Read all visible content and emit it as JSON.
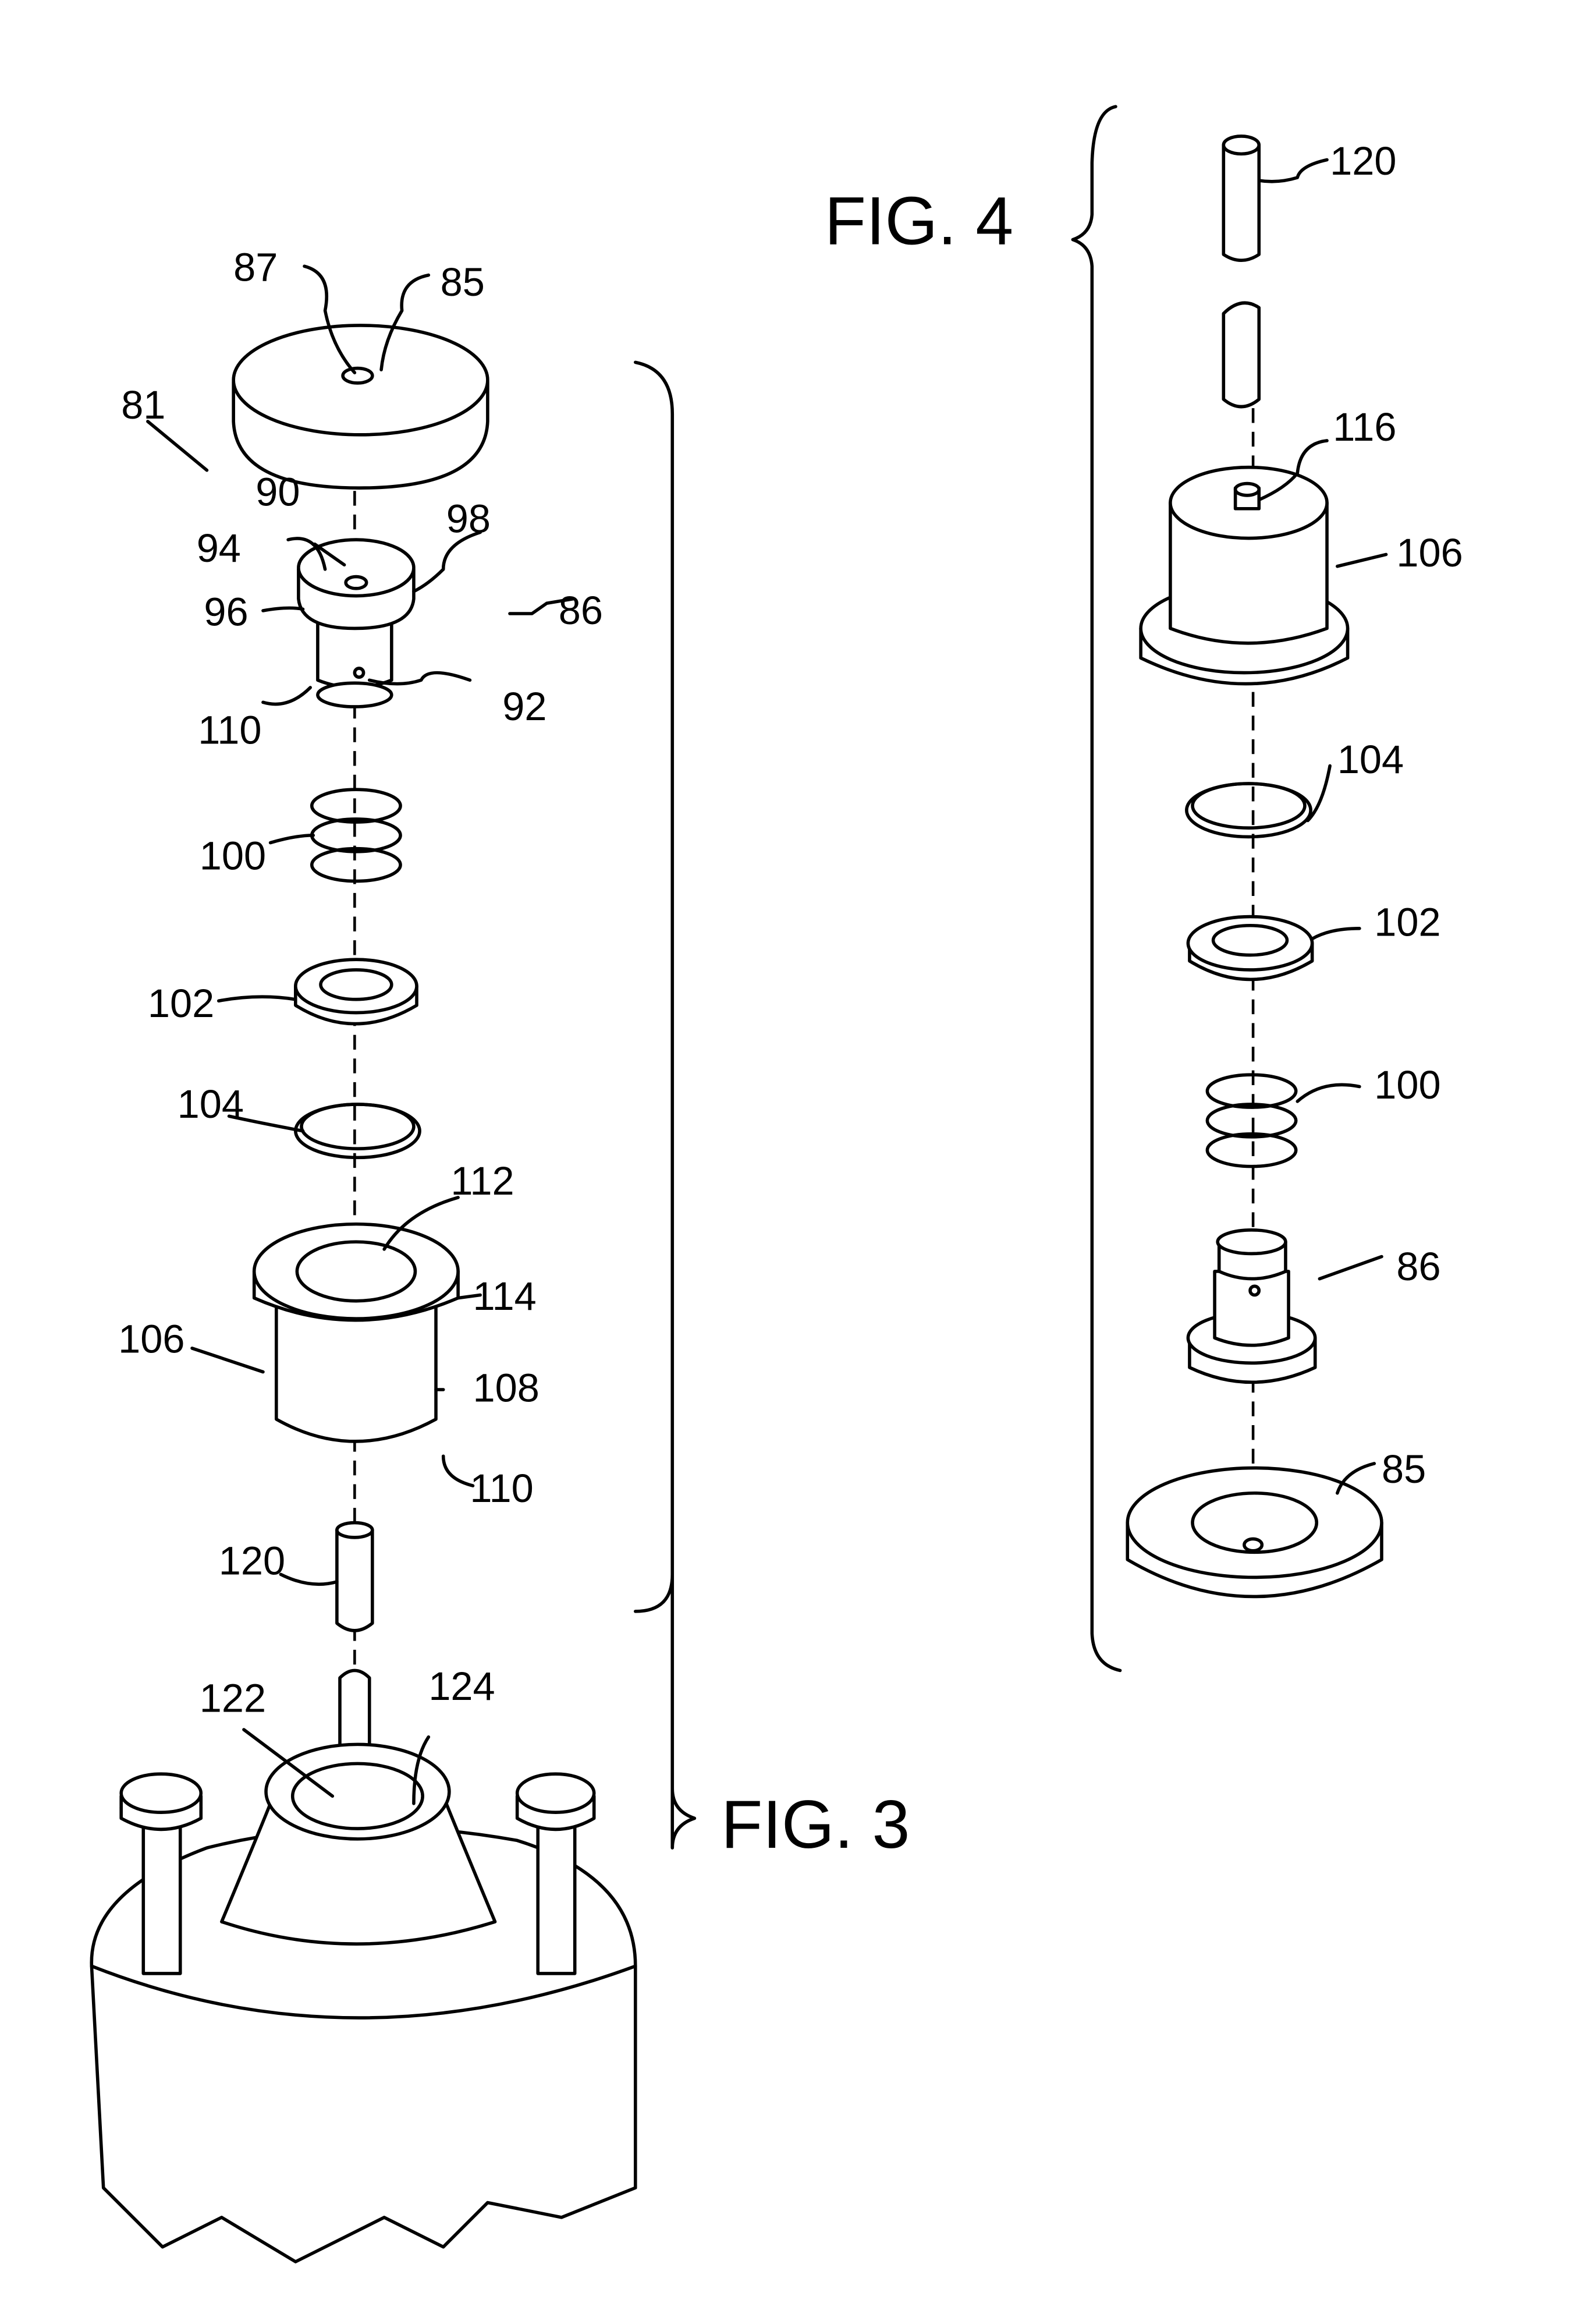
{
  "figures": [
    {
      "id": "fig3",
      "title": "FIG. 3",
      "labels": {
        "l81": "81",
        "l87": "87",
        "l85": "85",
        "l90": "90",
        "l94": "94",
        "l98": "98",
        "l96": "96",
        "l86": "86",
        "l92": "92",
        "l110a": "110",
        "l100": "100",
        "l102": "102",
        "l104": "104",
        "l112": "112",
        "l114": "114",
        "l106": "106",
        "l108": "108",
        "l110b": "110",
        "l120": "120",
        "l122": "122",
        "l124": "124"
      }
    },
    {
      "id": "fig4",
      "title": "FIG. 4",
      "labels": {
        "l120": "120",
        "l116": "116",
        "l106": "106",
        "l104": "104",
        "l102": "102",
        "l100": "100",
        "l86": "86",
        "l85": "85"
      }
    }
  ]
}
